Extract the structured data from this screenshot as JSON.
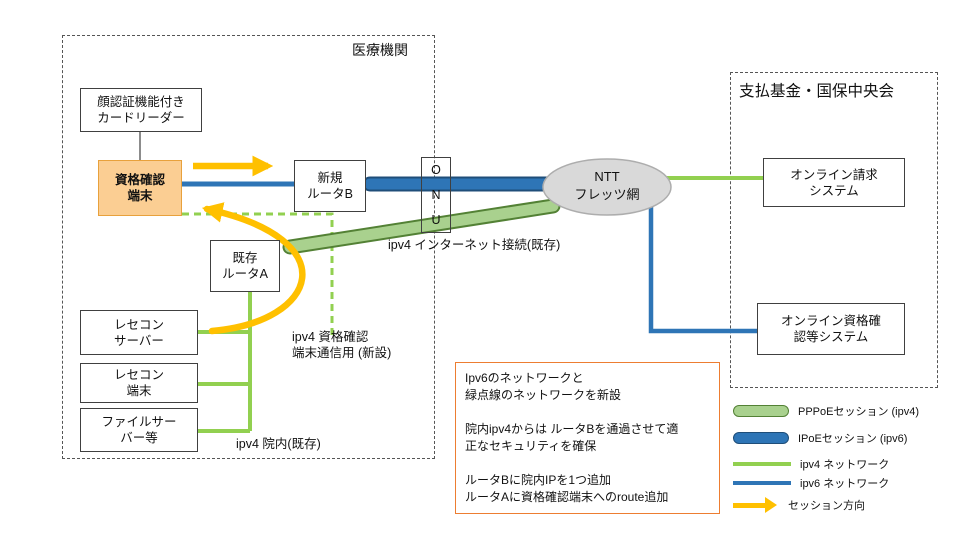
{
  "colors": {
    "ipv4_green": "#92D050",
    "pppoe_fill": "#A9D18E",
    "pppoe_border": "#538135",
    "ipv6_blue": "#2E75B6",
    "ipoe_border": "#1F4E79",
    "session_orange": "#FFC000",
    "terminal_fill": "#FBCE93",
    "terminal_border": "#E8A13C",
    "note_border": "#ED7D31",
    "cloud_fill": "#D9D9D9"
  },
  "medical": {
    "title": "医療機関",
    "card_reader": "顔認証機能付き\nカードリーダー",
    "terminal": "資格確認\n端末",
    "router_b": "新規\nルータB",
    "onu": "O\nN\nU",
    "router_a": "既存\nルータA",
    "rezekon_server": "レセコン\nサーバー",
    "rezekon_terminal": "レセコン\n端末",
    "file_server": "ファイルサー\nバー等",
    "label_internet": "ipv4 インターネット接続(既存)",
    "label_shikaku": "ipv4 資格確認\n端末通信用 (新設)",
    "label_innai": "ipv4 院内(既存)"
  },
  "network": {
    "ntt": "NTT\nフレッツ網"
  },
  "payer": {
    "title": "支払基金・国保中央会",
    "billing": "オンライン請求\nシステム",
    "shikaku": "オンライン資格確\n認等システム"
  },
  "note": {
    "text": "Ipv6のネットワークと\n緑点線のネットワークを新設\n\n院内ipv4からは ルータBを通過させて適\n正なセキュリティを確保\n\nルータBに院内IPを1つ追加\nルータAに資格確認端末へのroute追加"
  },
  "legend": {
    "pppoe": "PPPoEセッション (ipv4)",
    "ipoe": "IPoEセッション (ipv6)",
    "ipv4": "ipv4 ネットワーク",
    "ipv6": "ipv6 ネットワーク",
    "direction": "セッション方向"
  }
}
